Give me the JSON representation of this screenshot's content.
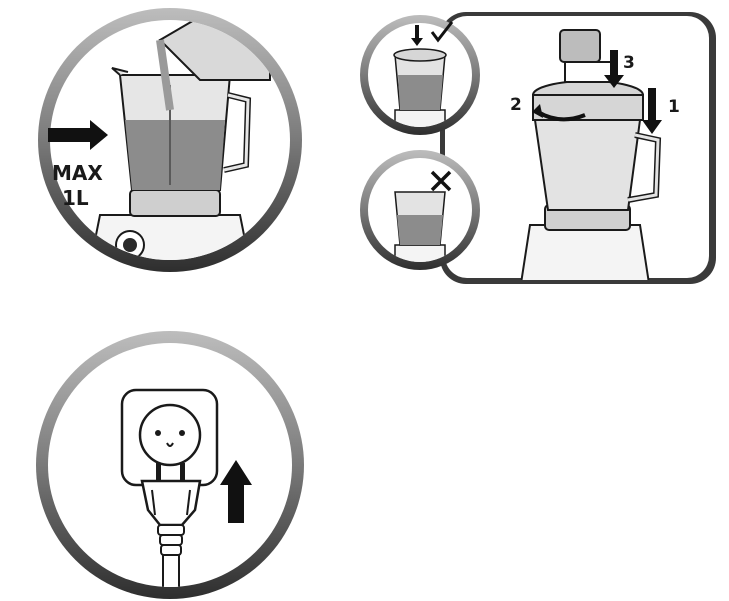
{
  "step_fill": {
    "label_line1": "MAX",
    "label_line2": "1L"
  },
  "step_lid": {
    "step_numbers": [
      "1",
      "2",
      "3"
    ],
    "check_icon": "check-mark-icon",
    "cross_icon": "cross-mark-icon"
  },
  "step_plug": {
    "icon": "power-socket-icon"
  },
  "colors": {
    "ring_dark": "#3a3a3a",
    "ring_light": "#c9c9c9",
    "line": "#1a1a1a",
    "liquid": "#8c8c8c",
    "jar": "#dcdcdc"
  }
}
